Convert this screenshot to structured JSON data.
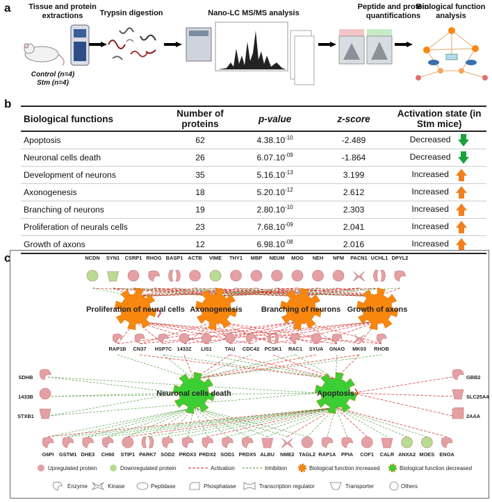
{
  "panel_a": {
    "letter": "a",
    "stages": [
      {
        "title": "Tissue and protein extractions",
        "sub1": "Control (n=4)",
        "sub2": "Stm (n=4)"
      },
      {
        "title": "Trypsin digestion"
      },
      {
        "title": "Nano-LC MS/MS analysis"
      },
      {
        "title": "Peptide and protein quantifications"
      },
      {
        "title": "Biological function analysis"
      }
    ]
  },
  "panel_b": {
    "letter": "b",
    "headers": {
      "function": "Biological functions",
      "number": "Number of proteins",
      "pvalue": "p-value",
      "zscore": "z-score",
      "activation": "Activation state (in Stm mice)"
    },
    "rows": [
      {
        "function": "Apoptosis",
        "number": "62",
        "p": "4.38.10",
        "exp": "-10",
        "z": "-2.489",
        "state": "Decreased",
        "dir": "down"
      },
      {
        "function": "Neuronal cells death",
        "number": "26",
        "p": "6.07.10",
        "exp": "-09",
        "z": "-1.864",
        "state": "Decreased",
        "dir": "down"
      },
      {
        "function": "Development of neurons",
        "number": "35",
        "p": "5.16.10",
        "exp": "-13",
        "z": "3.199",
        "state": "Increased",
        "dir": "up"
      },
      {
        "function": "Axonogenesis",
        "number": "18",
        "p": "5.20.10",
        "exp": "-12",
        "z": "2.612",
        "state": "Increased",
        "dir": "up"
      },
      {
        "function": "Branching of neurons",
        "number": "19",
        "p": "2.80.10",
        "exp": "-10",
        "z": "2.303",
        "state": "Increased",
        "dir": "up"
      },
      {
        "function": "Proliferation of neurals cells",
        "number": "23",
        "p": "7.68.10",
        "exp": "-09",
        "z": "2.041",
        "state": "Increased",
        "dir": "up"
      },
      {
        "function": "Growth of axons",
        "number": "12",
        "p": "6.98.10",
        "exp": "-08",
        "z": "2.016",
        "state": "Increased",
        "dir": "up"
      }
    ],
    "colors": {
      "down": "#1aa33a",
      "up": "#f07f1d"
    }
  },
  "panel_c": {
    "letter": "c",
    "top_nodes": [
      {
        "label": "NCDN",
        "kind": "down",
        "shape": "circle"
      },
      {
        "label": "SYN1",
        "kind": "down",
        "shape": "transporter"
      },
      {
        "label": "CSRP1",
        "kind": "up",
        "shape": "circle"
      },
      {
        "label": "RHOG",
        "kind": "up",
        "shape": "enzyme"
      },
      {
        "label": "BASP1",
        "kind": "up",
        "shape": "peptidase"
      },
      {
        "label": "ACTB",
        "kind": "up",
        "shape": "circle"
      },
      {
        "label": "VIME",
        "kind": "down",
        "shape": "circle"
      },
      {
        "label": "THY1",
        "kind": "up",
        "shape": "circle"
      },
      {
        "label": "MBP",
        "kind": "up",
        "shape": "circle"
      },
      {
        "label": "NEUM",
        "kind": "up",
        "shape": "circle"
      },
      {
        "label": "MOG",
        "kind": "up",
        "shape": "circle"
      },
      {
        "label": "NEH",
        "kind": "up",
        "shape": "circle"
      },
      {
        "label": "NFM",
        "kind": "up",
        "shape": "circle"
      },
      {
        "label": "PACN1",
        "kind": "up",
        "shape": "kinase"
      },
      {
        "label": "UCHL1",
        "kind": "up",
        "shape": "peptidase"
      },
      {
        "label": "DPYL2",
        "kind": "up",
        "shape": "enzyme"
      }
    ],
    "mid_nodes": [
      {
        "label": "RAP1B",
        "kind": "up",
        "shape": "enzyme"
      },
      {
        "label": "CN37",
        "kind": "up",
        "shape": "enzyme"
      },
      {
        "label": "HSP7C",
        "kind": "up",
        "shape": "enzyme"
      },
      {
        "label": "1433Z",
        "kind": "up",
        "shape": "circle"
      },
      {
        "label": "LIS1",
        "kind": "up",
        "shape": "circle"
      },
      {
        "label": "TAU",
        "kind": "up",
        "shape": "circle"
      },
      {
        "label": "CDC42",
        "kind": "up",
        "shape": "enzyme"
      },
      {
        "label": "PCSK1",
        "kind": "up",
        "shape": "peptidase"
      },
      {
        "label": "RAC1",
        "kind": "up",
        "shape": "enzyme"
      },
      {
        "label": "SYUA",
        "kind": "up",
        "shape": "circle"
      },
      {
        "label": "GNAO",
        "kind": "up",
        "shape": "enzyme"
      },
      {
        "label": "MK03",
        "kind": "up",
        "shape": "kinase"
      },
      {
        "label": "RHOB",
        "kind": "up",
        "shape": "enzyme"
      }
    ],
    "left_nodes": [
      {
        "label": "SDHB",
        "kind": "up",
        "shape": "enzyme"
      },
      {
        "label": "1433B",
        "kind": "up",
        "shape": "circle"
      },
      {
        "label": "STXB1",
        "kind": "up",
        "shape": "transporter"
      }
    ],
    "right_nodes": [
      {
        "label": "GBB2",
        "kind": "up",
        "shape": "enzyme"
      },
      {
        "label": "SLC25A4",
        "kind": "up",
        "shape": "transporter"
      },
      {
        "label": "2AAA",
        "kind": "up",
        "shape": "phosphatase"
      }
    ],
    "bottom_nodes": [
      {
        "label": "G6PI",
        "kind": "up",
        "shape": "enzyme"
      },
      {
        "label": "GSTM1",
        "kind": "up",
        "shape": "enzyme"
      },
      {
        "label": "DHE3",
        "kind": "up",
        "shape": "enzyme"
      },
      {
        "label": "CH60",
        "kind": "up",
        "shape": "enzyme"
      },
      {
        "label": "STIP1",
        "kind": "up",
        "shape": "circle"
      },
      {
        "label": "PARK7",
        "kind": "up",
        "shape": "peptidase"
      },
      {
        "label": "SOD2",
        "kind": "up",
        "shape": "enzyme"
      },
      {
        "label": "PRDX3",
        "kind": "up",
        "shape": "enzyme"
      },
      {
        "label": "PRDX2",
        "kind": "up",
        "shape": "enzyme"
      },
      {
        "label": "SOD1",
        "kind": "up",
        "shape": "enzyme"
      },
      {
        "label": "PRDX5",
        "kind": "up",
        "shape": "enzyme"
      },
      {
        "label": "ALBU",
        "kind": "up",
        "shape": "transporter"
      },
      {
        "label": "NME2",
        "kind": "up",
        "shape": "kinase"
      },
      {
        "label": "TAGL2",
        "kind": "up",
        "shape": "circle"
      },
      {
        "label": "RAP1A",
        "kind": "up",
        "shape": "enzyme"
      },
      {
        "label": "PPIA",
        "kind": "up",
        "shape": "enzyme"
      },
      {
        "label": "COF1",
        "kind": "up",
        "shape": "circle"
      },
      {
        "label": "CALR",
        "kind": "up",
        "shape": "transporter"
      },
      {
        "label": "ANXA2",
        "kind": "down",
        "shape": "circle"
      },
      {
        "label": "MOES",
        "kind": "down",
        "shape": "circle"
      },
      {
        "label": "ENOA",
        "kind": "up",
        "shape": "enzyme"
      }
    ],
    "functions_up": [
      "Proliferation of neural cells",
      "Axonogenesis",
      "Branching of neurons",
      "Growth of axons"
    ],
    "functions_down": [
      "Neuronal cells death",
      "Apoptosis"
    ],
    "legend": {
      "up_protein": "Upregulated protein",
      "down_protein": "Downregulated protein",
      "activation": "Activation",
      "inhibition": "Inhibition",
      "func_increased": "Biological function increased",
      "func_decreased": "Biological function decreased",
      "enzyme": "Enzyme",
      "kinase": "Kinase",
      "peptidase": "Peptidase",
      "phosphatase": "Phosphatase",
      "transcription": "Transcription regulator",
      "transporter": "Transporter",
      "others": "Others"
    },
    "colors": {
      "up": "#e5a0a3",
      "down": "#b8dc92",
      "orange": "#f7870f",
      "green": "#3ccf35",
      "red": "#d21f1f",
      "inh": "#4a9a3a"
    }
  }
}
